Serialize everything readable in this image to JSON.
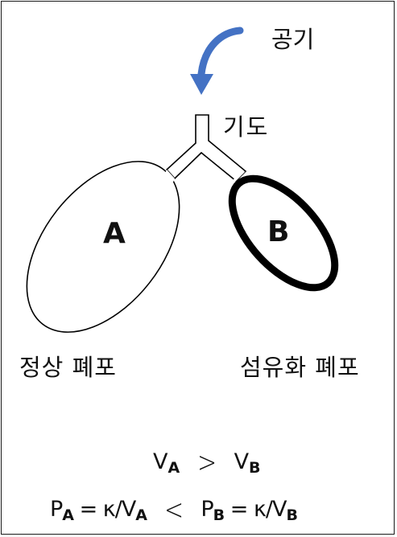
{
  "labels": {
    "air": "공기",
    "airway": "기도",
    "lung_a": "A",
    "lung_b": "B",
    "normal_alveolus": "정상 폐포",
    "fibrotic_alveolus": "섬유화 폐포"
  },
  "equations": {
    "line1": {
      "left_base": "V",
      "left_sub": "A",
      "relation": ">",
      "right_base": "V",
      "right_sub": "B"
    },
    "line2": {
      "left_base": "P",
      "left_sub": "A",
      "left_expr": " = κ/V",
      "left_expr_sub": "A",
      "relation": "<",
      "right_base": "P",
      "right_sub": "B",
      "right_expr": " = κ/V",
      "right_expr_sub": "B"
    }
  },
  "colors": {
    "arrow": "#4472C4",
    "outline": "#000000",
    "text": "#111111"
  },
  "icons": {
    "arrow": "curved-arrow-icon"
  }
}
